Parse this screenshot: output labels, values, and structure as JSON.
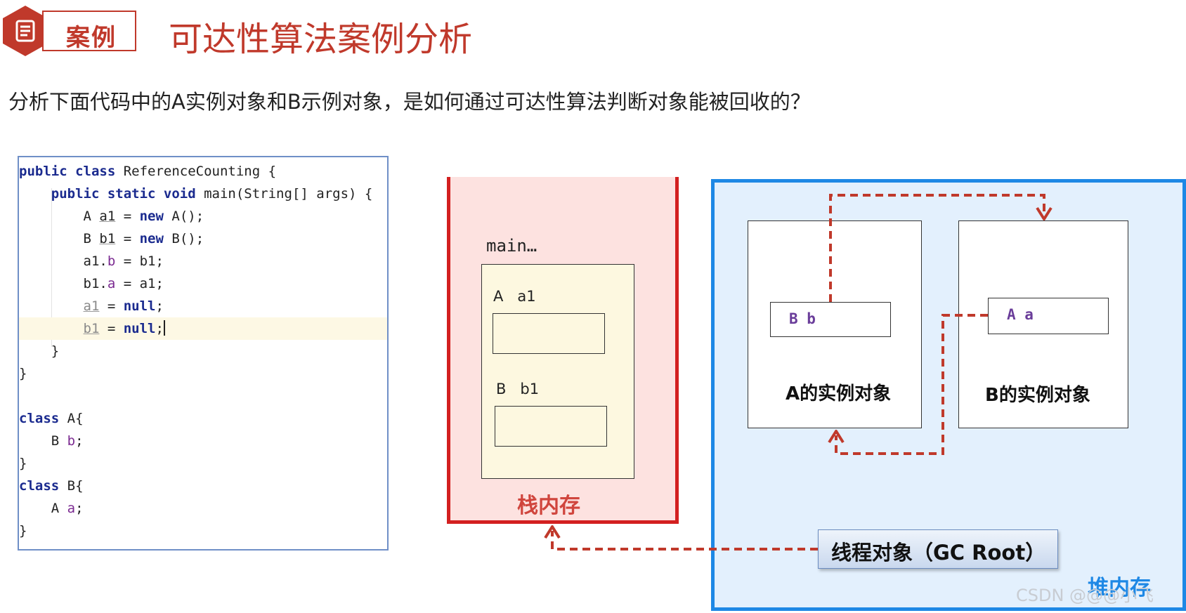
{
  "header": {
    "badge_label": "案例",
    "title": "可达性算法案例分析"
  },
  "question": "分析下面代码中的A实例对象和B示例对象，是如何通过可达性算法判断对象能被回收的？",
  "code": {
    "lines": [
      "public class ReferenceCounting {",
      "    public static void main(String[] args) {",
      "        A a1 = new A();",
      "        B b1 = new B();",
      "        a1.b = b1;",
      "        b1.a = a1;",
      "        a1 = null;",
      "        b1 = null;",
      "    }",
      "}",
      "",
      "class A{",
      "    B b;",
      "}",
      "class B{",
      "    A a;",
      "}"
    ]
  },
  "stack": {
    "frame_label": "main…",
    "var_a": "A   a1",
    "var_b": "B   b1",
    "caption": "栈内存"
  },
  "heap": {
    "instance_a_field": "B b",
    "instance_a_label": "A的实例对象",
    "instance_b_field": "A a",
    "instance_b_label": "B的实例对象",
    "gc_root": "线程对象（GC Root）",
    "caption": "堆内存"
  },
  "watermark": "CSDN @@@小飞",
  "colors": {
    "title_red": "#c0392b",
    "stack_border": "#d32020",
    "heap_border": "#1e88e5",
    "arrow": "#c0392b"
  }
}
